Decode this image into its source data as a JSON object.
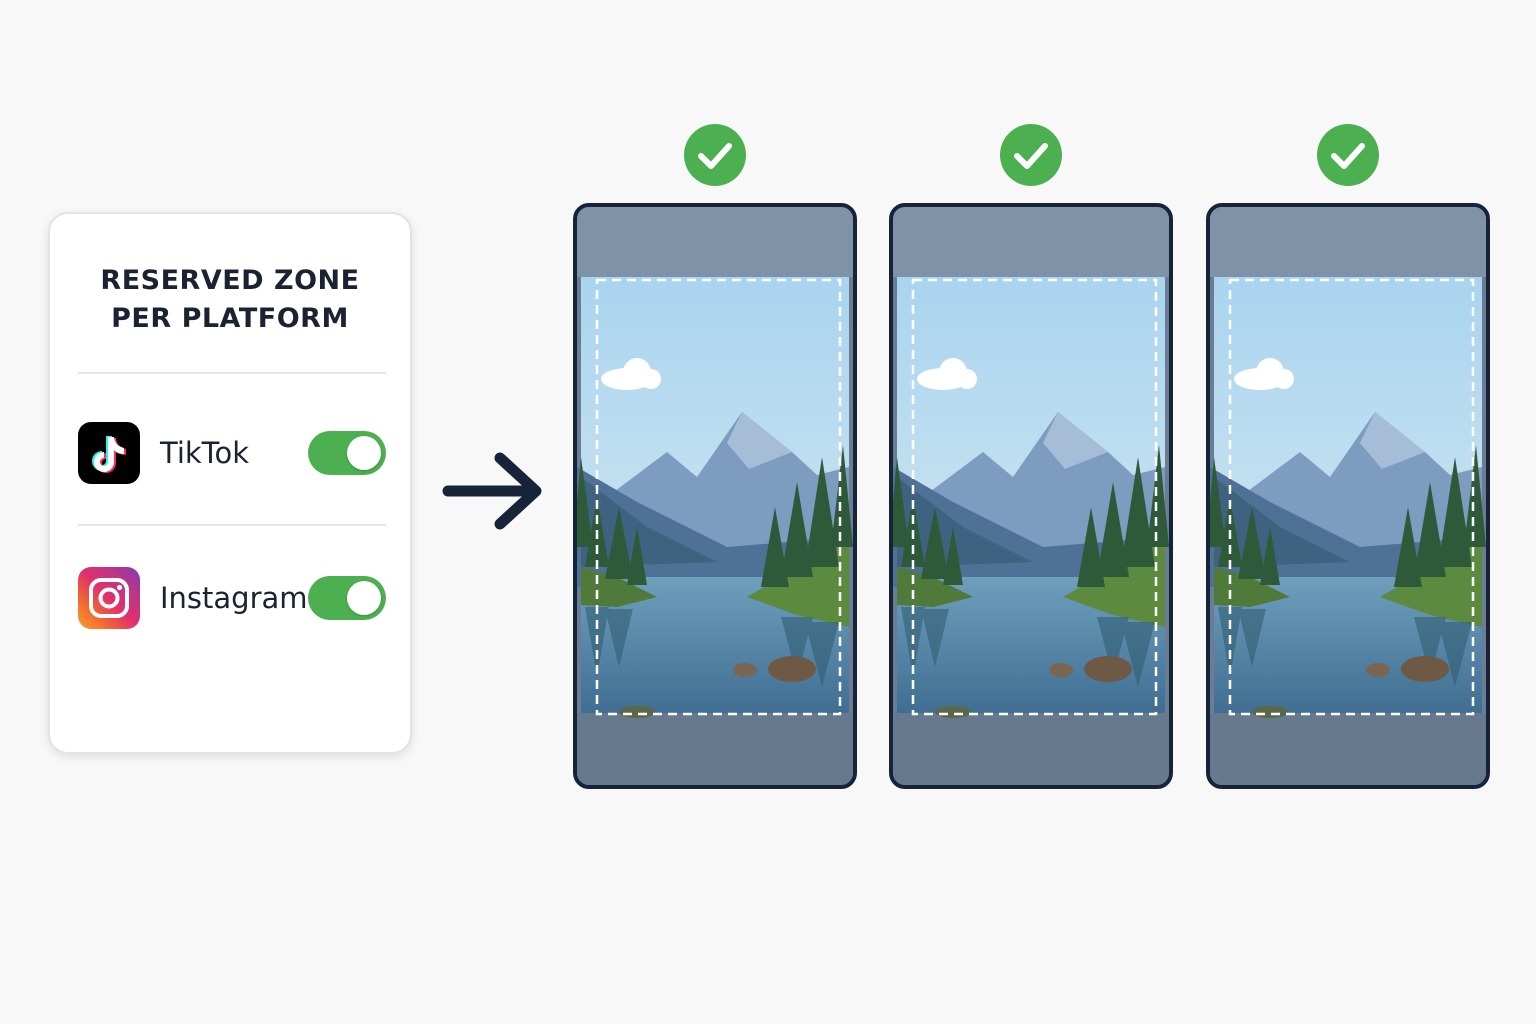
{
  "panel": {
    "title_line1": "RESERVED ZONE",
    "title_line2": "PER PLATFORM",
    "platforms": [
      {
        "name": "TikTok",
        "icon": "tiktok-logo-icon",
        "enabled": true
      },
      {
        "name": "Instagram",
        "icon": "instagram-logo-icon",
        "enabled": true
      }
    ]
  },
  "previews": [
    {
      "status": "approved",
      "icon": "check-circle-icon"
    },
    {
      "status": "approved",
      "icon": "check-circle-icon"
    },
    {
      "status": "approved",
      "icon": "check-circle-icon"
    }
  ],
  "colors": {
    "accent_green": "#4caf50",
    "check_green": "#4caf50",
    "text_dark": "#1b2333",
    "phone_frame": "#172338",
    "reserved_overlay": "#6a7d95"
  }
}
